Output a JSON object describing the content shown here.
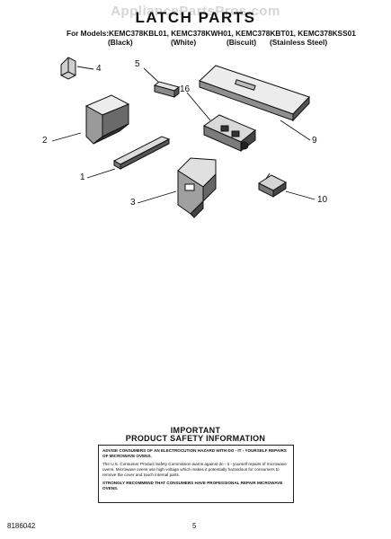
{
  "watermark": "AppliancePartsPros.com",
  "page": {
    "title": "LATCH PARTS",
    "models_label": "For Models:",
    "models": [
      "KEMC378KBL01,",
      "KEMC378KWH01,",
      "KEMC378KBT01,",
      "KEMC378KSS01"
    ],
    "colors": [
      "(Black)",
      "(White)",
      "(Biscuit)",
      "(Stainless Steel)"
    ]
  },
  "callouts": [
    "4",
    "5",
    "16",
    "2",
    "9",
    "1",
    "3",
    "10"
  ],
  "safety": {
    "heading_line1": "IMPORTANT",
    "heading_line2": "PRODUCT   SAFETY   INFORMATION",
    "para1": "ADVISE CONSUMERS OF AN ELECTROCUTION HAZARD WITH DO - IT - YOURSELF REPAIRS OF MICROWAVE OVENS.",
    "para2": "The U.S. Consumer Product Safety Commission warns against do - it - yourself repairs of microwave ovens. Microwave ovens use high voltage which makes it potentially hazardous for consumers to remove the cover and touch internal parts.",
    "para3": "STRONGLY RECOMMEND THAT CONSUMERS HAVE PROFESSIONAL REPAIR MICROWAVE OVENS."
  },
  "footer": {
    "doc_number": "8186042",
    "page_number": "5"
  }
}
